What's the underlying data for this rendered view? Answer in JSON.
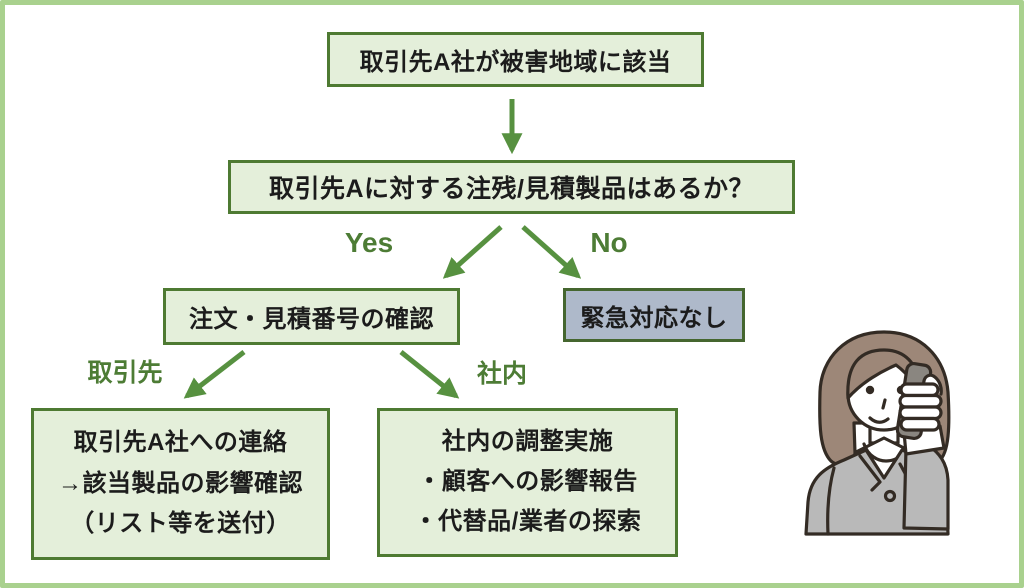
{
  "flow": {
    "node_start": {
      "text": "取引先A社が被害地域に該当"
    },
    "node_question": {
      "text": "取引先Aに対する注残/見積製品はあるか？"
    },
    "branch_yes_no": {
      "yes": "Yes",
      "no": "No"
    },
    "node_confirm": {
      "text": "注文・見積番号の確認"
    },
    "node_no_action": {
      "text": "緊急対応なし"
    },
    "branch_partner_internal": {
      "partner": "取引先",
      "internal": "社内"
    },
    "node_partner": {
      "lines": [
        "取引先A社への連絡",
        "→該当製品の影響確認",
        "（リスト等を送付）"
      ]
    },
    "node_internal": {
      "lines": [
        "社内の調整実施",
        "・顧客への影響報告",
        "・代替品/業者の探索"
      ]
    }
  },
  "colors": {
    "frame_border": "#a9d18e",
    "box_fill": "#e4efda",
    "box_border": "#4e7a32",
    "no_action_fill": "#aeb9ca",
    "arrow_green": "#579140",
    "label_green": "#4d7c35",
    "text": "#1c1c1c"
  },
  "illustration": {
    "name": "woman-talking-on-phone"
  }
}
